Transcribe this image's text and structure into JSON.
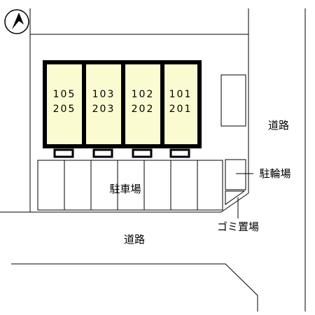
{
  "map": {
    "units": [
      {
        "upper": "105",
        "lower": "205"
      },
      {
        "upper": "103",
        "lower": "203"
      },
      {
        "upper": "102",
        "lower": "202"
      },
      {
        "upper": "101",
        "lower": "201"
      }
    ],
    "labels": {
      "parking": "駐車場",
      "bicycle_parking": "駐輪場",
      "garbage_area": "ゴミ置場",
      "road_east": "道路",
      "road_south": "道路"
    },
    "compass": "north-arrow-icon",
    "colors": {
      "building_fill": "#fbfbd2",
      "line": "#000000",
      "background": "#ffffff"
    }
  }
}
